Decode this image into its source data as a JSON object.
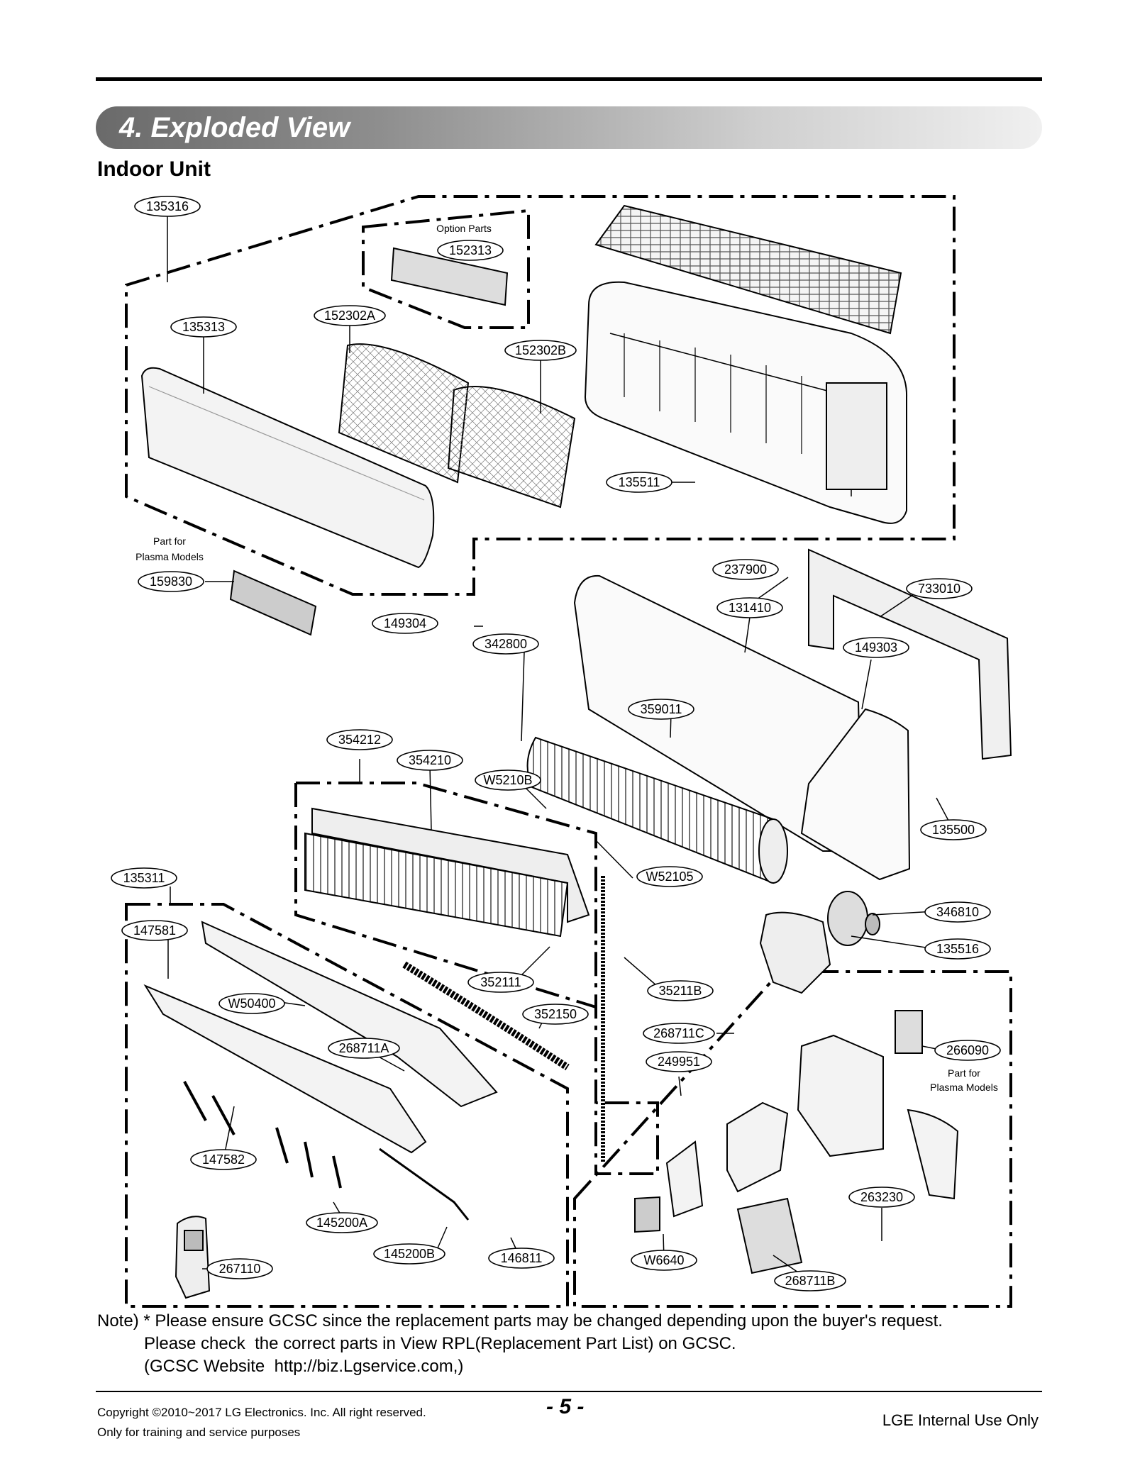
{
  "section": {
    "title": "4. Exploded View",
    "subtitle": "Indoor Unit"
  },
  "captions": {
    "option_parts": "Option Parts",
    "plasma_left_1": "Part for",
    "plasma_left_2": "Plasma Models",
    "plasma_right_1": "Part for",
    "plasma_right_2": "Plasma Models"
  },
  "parts": [
    {
      "id": "p135316",
      "label": "135316"
    },
    {
      "id": "p152313",
      "label": "152313"
    },
    {
      "id": "p135313",
      "label": "135313"
    },
    {
      "id": "p152302A",
      "label": "152302A"
    },
    {
      "id": "p152302B",
      "label": "152302B"
    },
    {
      "id": "p135511",
      "label": "135511"
    },
    {
      "id": "p237900",
      "label": "237900"
    },
    {
      "id": "p733010",
      "label": "733010"
    },
    {
      "id": "p159830",
      "label": "159830"
    },
    {
      "id": "p131410",
      "label": "131410"
    },
    {
      "id": "p149304",
      "label": "149304"
    },
    {
      "id": "p342800",
      "label": "342800"
    },
    {
      "id": "p149303",
      "label": "149303"
    },
    {
      "id": "p359011",
      "label": "359011"
    },
    {
      "id": "p354212",
      "label": "354212"
    },
    {
      "id": "p354210",
      "label": "354210"
    },
    {
      "id": "pW5210B",
      "label": "W5210B"
    },
    {
      "id": "p135500",
      "label": "135500"
    },
    {
      "id": "p135311",
      "label": "135311"
    },
    {
      "id": "pW52105",
      "label": "W52105"
    },
    {
      "id": "p346810",
      "label": "346810"
    },
    {
      "id": "p147581",
      "label": "147581"
    },
    {
      "id": "p135516",
      "label": "135516"
    },
    {
      "id": "p352111",
      "label": "352111"
    },
    {
      "id": "p35211B",
      "label": "35211B"
    },
    {
      "id": "pW50400",
      "label": "W50400"
    },
    {
      "id": "p352150",
      "label": "352150"
    },
    {
      "id": "p268711C",
      "label": "268711C"
    },
    {
      "id": "p268711A",
      "label": "268711A"
    },
    {
      "id": "p249951",
      "label": "249951"
    },
    {
      "id": "p266090",
      "label": "266090"
    },
    {
      "id": "p147582",
      "label": "147582"
    },
    {
      "id": "p263230",
      "label": "263230"
    },
    {
      "id": "p145200A",
      "label": "145200A"
    },
    {
      "id": "p145200B",
      "label": "145200B"
    },
    {
      "id": "p146811",
      "label": "146811"
    },
    {
      "id": "pW6640",
      "label": "W6640"
    },
    {
      "id": "p267110",
      "label": "267110"
    },
    {
      "id": "p268711B",
      "label": "268711B"
    }
  ],
  "note": {
    "line1": "Note) * Please ensure GCSC since the replacement parts may be changed depending upon the buyer's request.",
    "line2": "Please check  the correct parts in View RPL(Replacement Part List) on GCSC.",
    "line3": "(GCSC Website  http://biz.Lgservice.com,)"
  },
  "footer": {
    "copyright": "Copyright ©2010~2017 LG Electronics. Inc. All right reserved.",
    "training": "Only for training and service purposes",
    "page": "- 5 -",
    "internal": "LGE Internal Use Only"
  }
}
